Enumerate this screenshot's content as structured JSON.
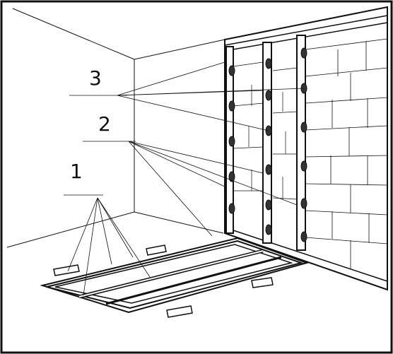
{
  "figure": {
    "callouts": [
      {
        "id": "3",
        "text": "3"
      },
      {
        "id": "2",
        "text": "2"
      },
      {
        "id": "1",
        "text": "1"
      }
    ]
  },
  "colors": {
    "ink": "#111111",
    "paper": "#ffffff",
    "block_fill": "#f7f7f7",
    "board_fill": "#e9e9e9"
  }
}
